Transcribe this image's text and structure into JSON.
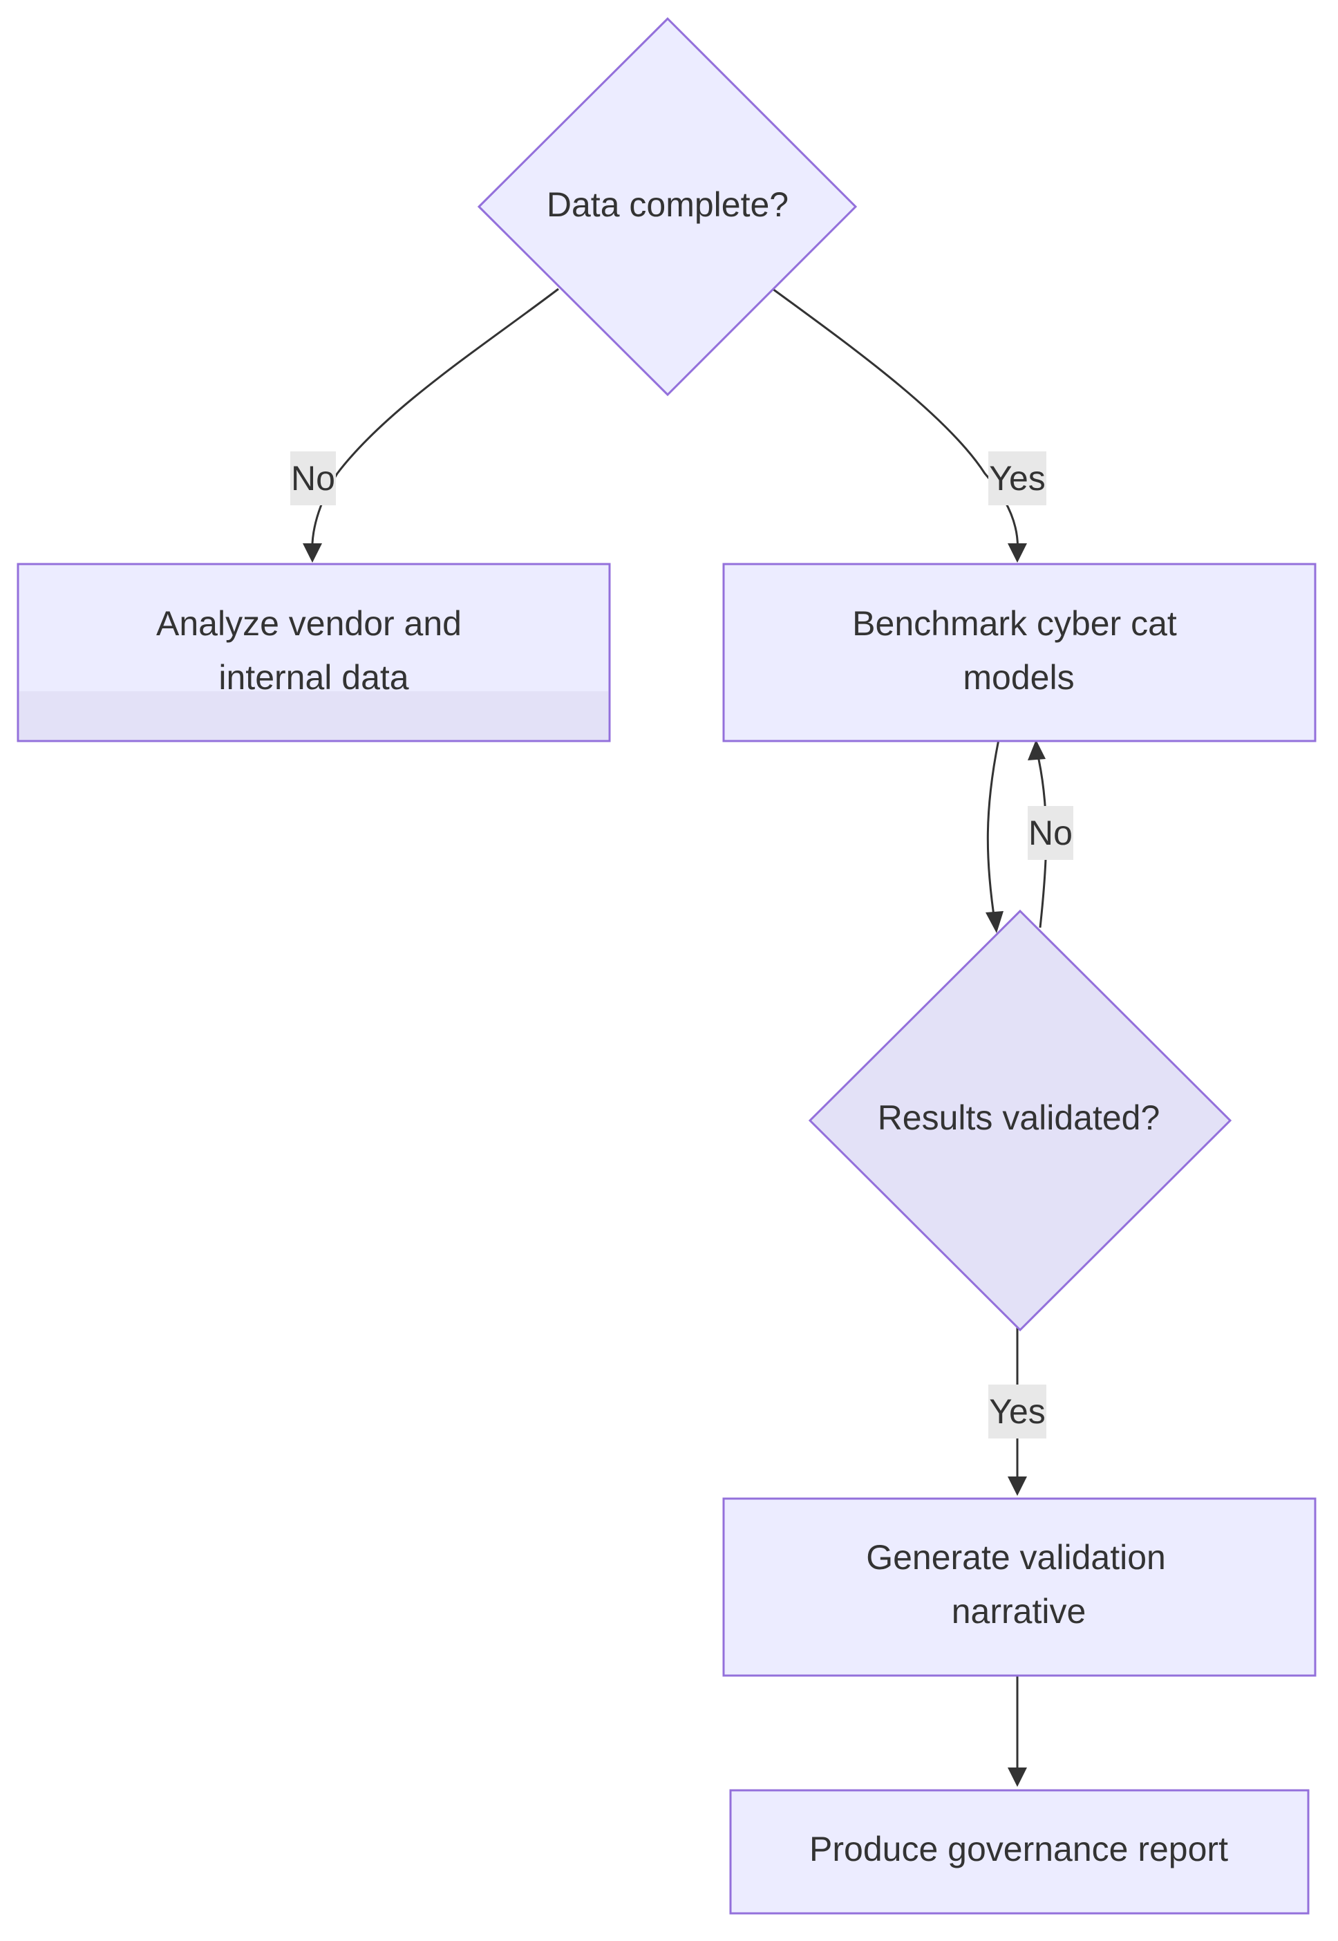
{
  "colors": {
    "node_fill": "#ececff",
    "node_fill_shaded": "#e3e1f7",
    "node_stroke": "#9370db",
    "edge": "#333333",
    "label_bg": "#e8e8e8",
    "text": "#333333"
  },
  "nodes": {
    "data_complete": {
      "label": "Data complete?"
    },
    "analyze": {
      "lines": [
        "Analyze vendor and",
        "internal data"
      ]
    },
    "benchmark": {
      "lines": [
        "Benchmark cyber cat",
        "models"
      ]
    },
    "results_validated": {
      "label": "Results validated?"
    },
    "generate": {
      "lines": [
        "Generate validation",
        "narrative"
      ]
    },
    "produce": {
      "label": "Produce governance report"
    }
  },
  "edges": {
    "data_complete_no": "No",
    "data_complete_yes": "Yes",
    "results_no": "No",
    "results_yes": "Yes"
  }
}
